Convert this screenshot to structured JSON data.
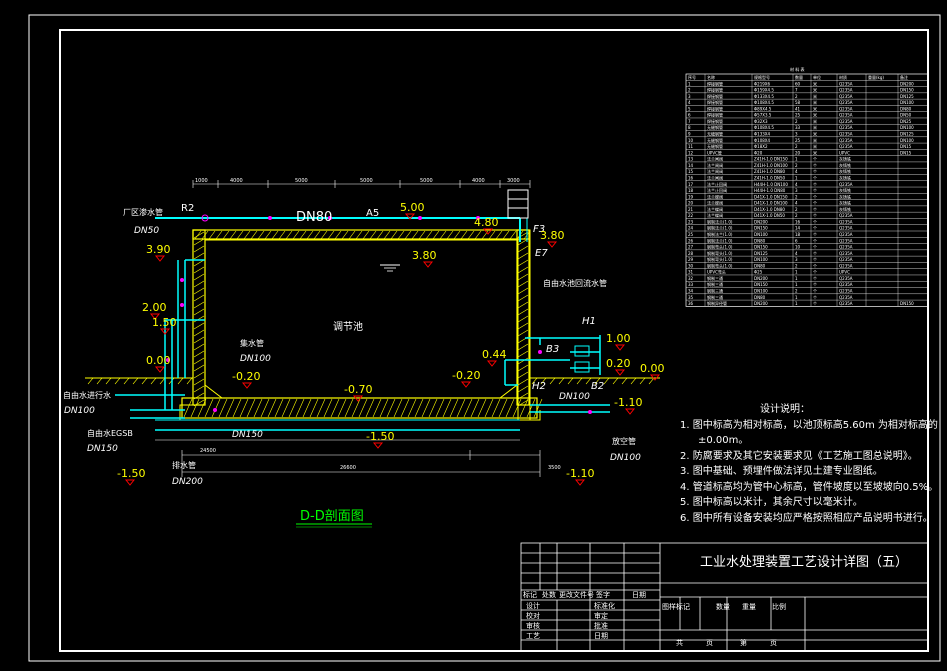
{
  "drawing": {
    "title": "工业水处理装置工艺设计详图（五）",
    "section_title": "D-D剖面图",
    "tank_label": "调节池"
  },
  "pipe_labels": {
    "top_pipe_size": "DN80",
    "r2": "R2",
    "a5": "A5",
    "e7": "E7",
    "f3": "F3",
    "h1": "H1",
    "b3": "B3",
    "h2": "H2",
    "b2": "B2",
    "factory_pipe": "厂区渗水管",
    "dn50": "DN50",
    "self_flow_pipe": "自由水池回流水管",
    "inlet_pipe": "自由水进行水",
    "dn100_a": "DN100",
    "egsb_pipe": "自由水EGSB",
    "dn150_a": "DN150",
    "drain_pipe": "排水管",
    "dn200": "DN200",
    "dn150_b": "DN150",
    "dn100_in": "DN100",
    "collect_pipe": "集水管",
    "dn100_b": "DN100",
    "dn100_c": "DN100",
    "empty_pipe": "放空管"
  },
  "elevations": {
    "e500": "5.00",
    "e480": "4.80",
    "e380": "3.80",
    "e390": "3.90",
    "e380r": "3.80",
    "e200": "2.00",
    "e150": "1.50",
    "e000": "0.00",
    "e020": "-0.20",
    "e070": "-0.70",
    "e150n": "-1.50",
    "e020b": "-0.20",
    "e044": "0.44",
    "e100": "1.00",
    "e020c": "0.20",
    "e000r": "0.00",
    "e110": "-1.10",
    "e110b": "-1.10",
    "e150c": "-1.50"
  },
  "dimensions": {
    "top": [
      "1000",
      "4000",
      "5000",
      "5000",
      "5000",
      "4000",
      "3000"
    ],
    "bottom_total": "26600",
    "bottom_left": "24500",
    "bottom_right": "3500"
  },
  "notes": {
    "header": "设计说明：",
    "items": [
      {
        "num": "1.",
        "text": "图中标高为相对标高，以池顶标高5.60m 为相对标高的"
      },
      {
        "num": "",
        "text": "±0.00m。"
      },
      {
        "num": "2.",
        "text": "防腐要求及其它安装要求见《工艺施工图总说明》。"
      },
      {
        "num": "3.",
        "text": "图中基础、预埋件做法详见土建专业图纸。"
      },
      {
        "num": "4.",
        "text": "管道标高均为管中心标高，管件坡度以至坡坡向0.5%。"
      },
      {
        "num": "5.",
        "text": "图中标高以米计，其余尺寸以毫米计。"
      },
      {
        "num": "6.",
        "text": "图中所有设备安装均应严格按照相应产品说明书进行。"
      }
    ]
  },
  "parts_table": {
    "title": "材 料 表",
    "headers": [
      "序号",
      "名称",
      "规格型号",
      "数量",
      "单位",
      "材质",
      "重量(kg)",
      "备注"
    ],
    "rows": [
      [
        "1",
        "焊接钢管",
        "Φ219X6",
        "60",
        "米",
        "Q235A",
        "",
        "DN200"
      ],
      [
        "2",
        "焊接钢管",
        "Φ159X4.5",
        "7",
        "米",
        "Q235A",
        "",
        "DN150"
      ],
      [
        "3",
        "焊接钢管",
        "Φ133X4.5",
        "2",
        "米",
        "Q235A",
        "",
        "DN125"
      ],
      [
        "4",
        "焊接钢管",
        "Φ108X4.5",
        "58",
        "米",
        "Q235A",
        "",
        "DN100"
      ],
      [
        "5",
        "焊接钢管",
        "Φ89X4.5",
        "41",
        "米",
        "Q235A",
        "",
        "DN80"
      ],
      [
        "6",
        "焊接钢管",
        "Φ57X3.5",
        "25",
        "米",
        "Q235A",
        "",
        "DN50"
      ],
      [
        "7",
        "焊接钢管",
        "Φ32X3",
        "2",
        "米",
        "Q235A",
        "",
        "DN25"
      ],
      [
        "8",
        "无缝钢管",
        "Φ108X4.5",
        "33",
        "米",
        "Q235A",
        "",
        "DN100"
      ],
      [
        "9",
        "无缝钢管",
        "Φ133X4",
        "3",
        "米",
        "Q235A",
        "",
        "DN125"
      ],
      [
        "10",
        "无缝钢管",
        "Φ108X4",
        "25",
        "米",
        "Q235A",
        "",
        "DN100"
      ],
      [
        "11",
        "无缝钢管",
        "Φ18X2",
        "2",
        "米",
        "Q235A",
        "",
        "DN15"
      ],
      [
        "12",
        "UPVC管",
        "Φ20",
        "20",
        "米",
        "UPVC",
        "",
        "DN15"
      ],
      [
        "13",
        "法兰闸阀",
        "Z41H-1.0 DN150",
        "1",
        "个",
        "灰铸铁",
        "",
        ""
      ],
      [
        "14",
        "法兰闸阀",
        "Z41H-1.0 DN100",
        "2",
        "个",
        "灰铸铁",
        "",
        ""
      ],
      [
        "15",
        "法兰闸阀",
        "Z41H-1.0 DN80",
        "4",
        "个",
        "灰铸铁",
        "",
        ""
      ],
      [
        "16",
        "法兰闸阀",
        "Z41H-1.0 DN50",
        "1",
        "个",
        "灰铸铁",
        "",
        ""
      ],
      [
        "17",
        "法兰止回阀",
        "H44H-1.0 DN100",
        "4",
        "个",
        "Q235A",
        "",
        ""
      ],
      [
        "18",
        "法兰止回阀",
        "H44H-1.0 DN80",
        "3",
        "个",
        "灰铸铁",
        "",
        ""
      ],
      [
        "19",
        "法兰蝶阀",
        "D41X-1.0 DN150",
        "2",
        "个",
        "灰铸铁",
        "",
        ""
      ],
      [
        "20",
        "法兰蝶阀",
        "D41X-1.0 DN100",
        "4",
        "个",
        "灰铸铁",
        "",
        ""
      ],
      [
        "21",
        "法兰蝶阀",
        "D41X-1.0 DN80",
        "2",
        "个",
        "灰铸铁",
        "",
        ""
      ],
      [
        "22",
        "法兰蝶阀",
        "D41X-1.0 DN50",
        "2",
        "个",
        "Q235A",
        "",
        ""
      ],
      [
        "23",
        "钢制法兰(1.0)",
        "DN200",
        "16",
        "个",
        "Q235A",
        "",
        ""
      ],
      [
        "24",
        "钢制法兰(1.0)",
        "DN150",
        "14",
        "个",
        "Q235A",
        "",
        ""
      ],
      [
        "25",
        "钢制法兰(1.0)",
        "DN100",
        "18",
        "个",
        "Q235A",
        "",
        ""
      ],
      [
        "26",
        "钢制法兰(1.0)",
        "DN80",
        "6",
        "个",
        "Q235A",
        "",
        ""
      ],
      [
        "27",
        "钢制弯头(1.0)",
        "DN150",
        "10",
        "个",
        "Q235A",
        "",
        ""
      ],
      [
        "28",
        "钢制弯头(1.0)",
        "DN125",
        "4",
        "个",
        "Q235A",
        "",
        ""
      ],
      [
        "29",
        "钢制弯头(1.0)",
        "DN100",
        "3",
        "个",
        "Q235A",
        "",
        ""
      ],
      [
        "30",
        "钢制弯头(1.0)",
        "DN80",
        "2",
        "个",
        "Q235A",
        "",
        ""
      ],
      [
        "31",
        "UPVC弯头",
        "Φ25",
        "1",
        "个",
        "UPVC",
        "",
        ""
      ],
      [
        "32",
        "钢制三通",
        "DN200",
        "1",
        "个",
        "Q235A",
        "",
        ""
      ],
      [
        "33",
        "钢制三通",
        "DN150",
        "1",
        "个",
        "Q235A",
        "",
        ""
      ],
      [
        "34",
        "钢制三通",
        "DN100",
        "2",
        "个",
        "Q235A",
        "",
        ""
      ],
      [
        "35",
        "钢制三通",
        "DN80",
        "1",
        "个",
        "Q235A",
        "",
        ""
      ],
      [
        "36",
        "钢制异径管",
        "DN200",
        "1",
        "个",
        "Q235A",
        "",
        "DN150"
      ]
    ]
  },
  "title_block": {
    "rev_labels": [
      "标记",
      "处数",
      "更改文件号",
      "签字",
      "日期"
    ],
    "left_labels": [
      [
        "设计",
        "标准化"
      ],
      [
        "校对",
        "审定"
      ],
      [
        "审核",
        "批准"
      ],
      [
        "工艺",
        "日期"
      ]
    ],
    "mid_labels": [
      "图样标记",
      "数量",
      "重量",
      "比例"
    ],
    "bottom_labels": [
      "共",
      "页",
      "第",
      "页"
    ]
  }
}
